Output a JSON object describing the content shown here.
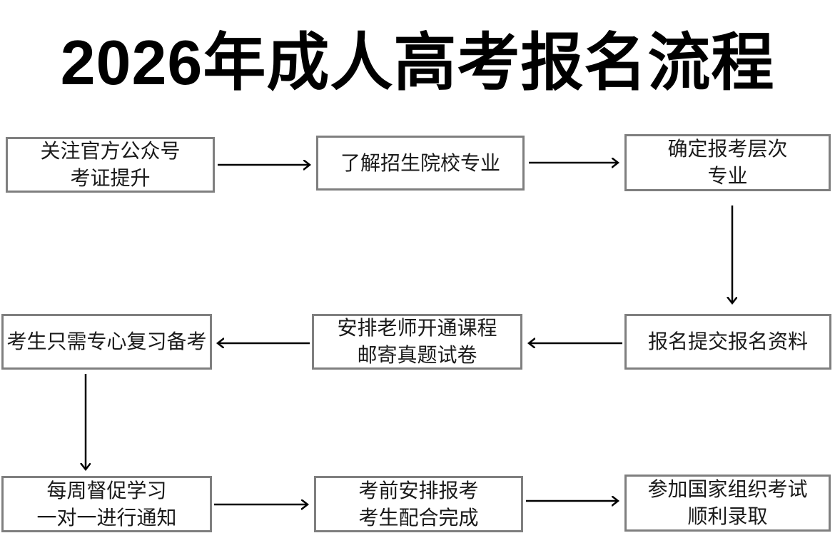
{
  "title": "2026年成人高考报名流程",
  "colors": {
    "background": "#ffffff",
    "box_border": "#7f7f7f",
    "text": "#1a1a1a",
    "arrow": "#000000"
  },
  "steps": {
    "follow_official_account": {
      "line1": "关注官方公众号",
      "line2": "考证提升"
    },
    "learn_school_majors": {
      "line1": "了解招生院校专业"
    },
    "confirm_level_major": {
      "line1": "确定报考层次",
      "line2": "专业"
    },
    "submit_materials": {
      "line1": "报名提交报名资料"
    },
    "open_course_mail_papers": {
      "line1": "安排老师开通课程",
      "line2": "邮寄真题试卷"
    },
    "focus_on_review": {
      "line1": "考生只需专心复习备考"
    },
    "weekly_supervision": {
      "line1": "每周督促学习",
      "line2": "一对一进行通知"
    },
    "pre_exam_arrangement": {
      "line1": "考前安排报考",
      "line2": "考生配合完成"
    },
    "take_exam_admission": {
      "line1": "参加国家组织考试",
      "line2": "顺利录取"
    }
  }
}
